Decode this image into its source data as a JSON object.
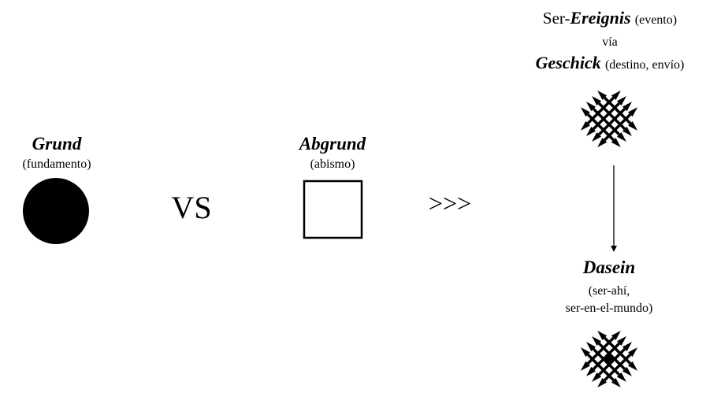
{
  "grund": {
    "term": "Grund",
    "gloss": "(fundamento)"
  },
  "connector_vs": "VS",
  "abgrund": {
    "term": "Abgrund",
    "gloss": "(abismo)"
  },
  "connector_arrows": ">>>",
  "ereignis": {
    "prefix": "Ser-",
    "term": "Ereignis",
    "gloss": "(evento)",
    "via": "vía",
    "term2": "Geschick",
    "gloss2": "(destino, envío)"
  },
  "dasein": {
    "term": "Dasein",
    "gloss_line1": "(ser-ahí,",
    "gloss_line2": "ser-en-el-mundo)"
  },
  "colors": {
    "ink": "#000000",
    "background": "#ffffff"
  }
}
